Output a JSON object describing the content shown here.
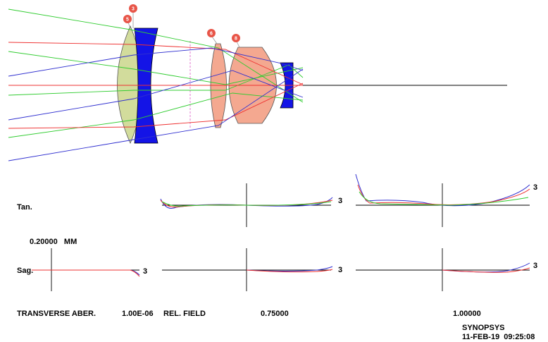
{
  "layout_diagram": {
    "surface_markers": [
      "3",
      "5",
      "6",
      "8"
    ],
    "colors": {
      "lens_crown": "#d2dc9c",
      "lens_flint": "#1414e6",
      "lens_salmon": "#f4a890",
      "ray_red": "#ee3030",
      "ray_green": "#30cc30",
      "ray_blue": "#3030d0",
      "marker": "#e85548"
    }
  },
  "aberration_plot": {
    "tan_label": "Tan.",
    "sag_label": "Sag.",
    "scale_label": "0.20000   MM",
    "curve_marker": "3",
    "footer": {
      "title": "TRANSVERSE ABER.",
      "wavelength": "1.00E-06",
      "field_label": "REL. FIELD",
      "field_values": [
        "0.75000",
        "1.00000"
      ]
    },
    "branding": {
      "program": "SYNOPSYS",
      "timestamp": "11-FEB-19  09:25:08"
    }
  }
}
